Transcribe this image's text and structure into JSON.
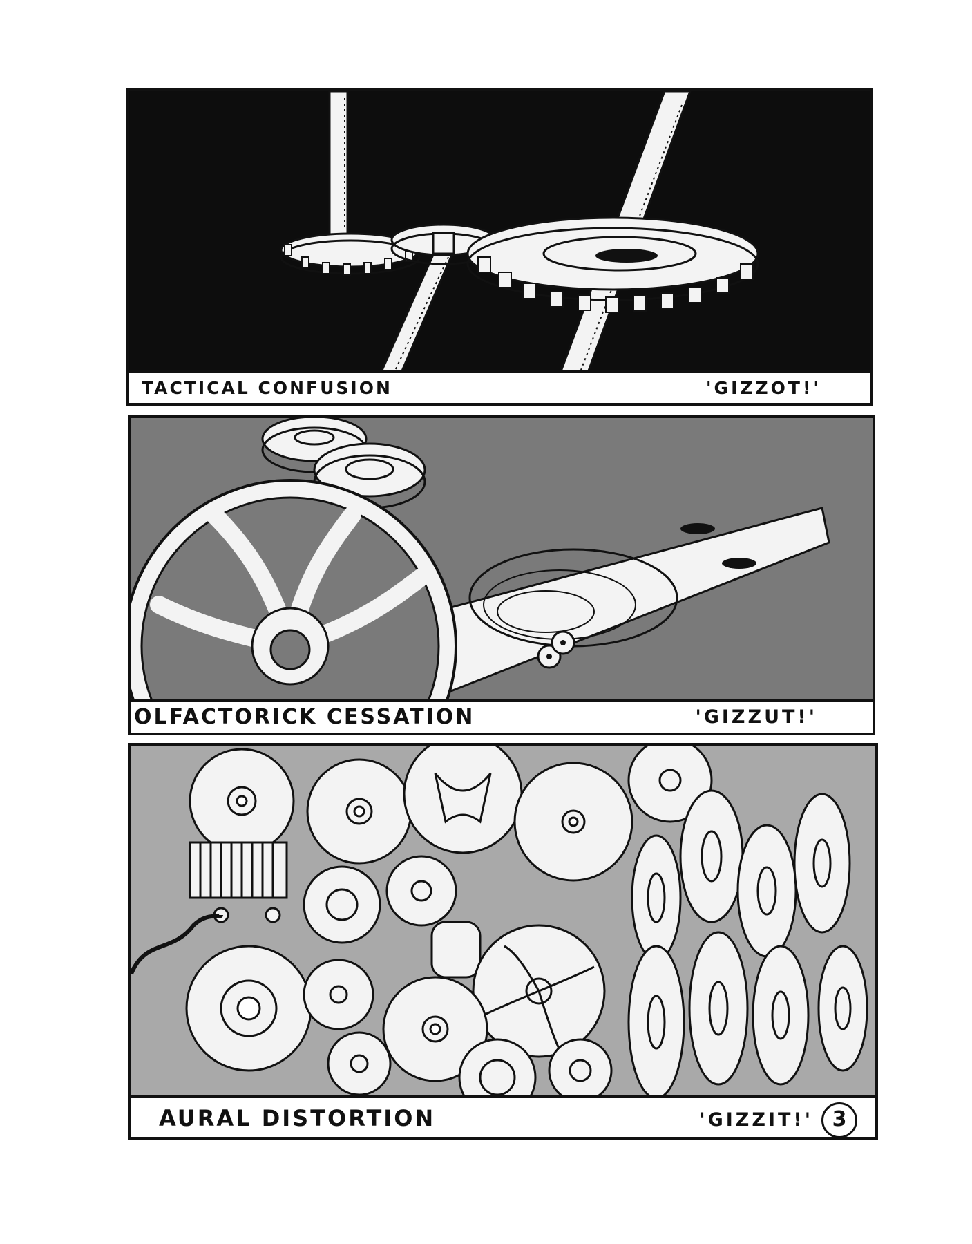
{
  "panels": [
    {
      "title": "TACTICAL CONFUSION",
      "sfx": "'GIZZOT!'",
      "background": "#0d0d0d"
    },
    {
      "title": "OLFACTORICK CESSATION",
      "sfx": "'GIZZUT!'",
      "background": "#7a7a7a"
    },
    {
      "title": "AURAL DISTORTION",
      "sfx": "'GIZZIT!'",
      "background": "#a9a9a9"
    }
  ],
  "page_number": "3",
  "icons": [
    "gear-icon",
    "wind-up-key-icon",
    "wire-coil-icon"
  ]
}
